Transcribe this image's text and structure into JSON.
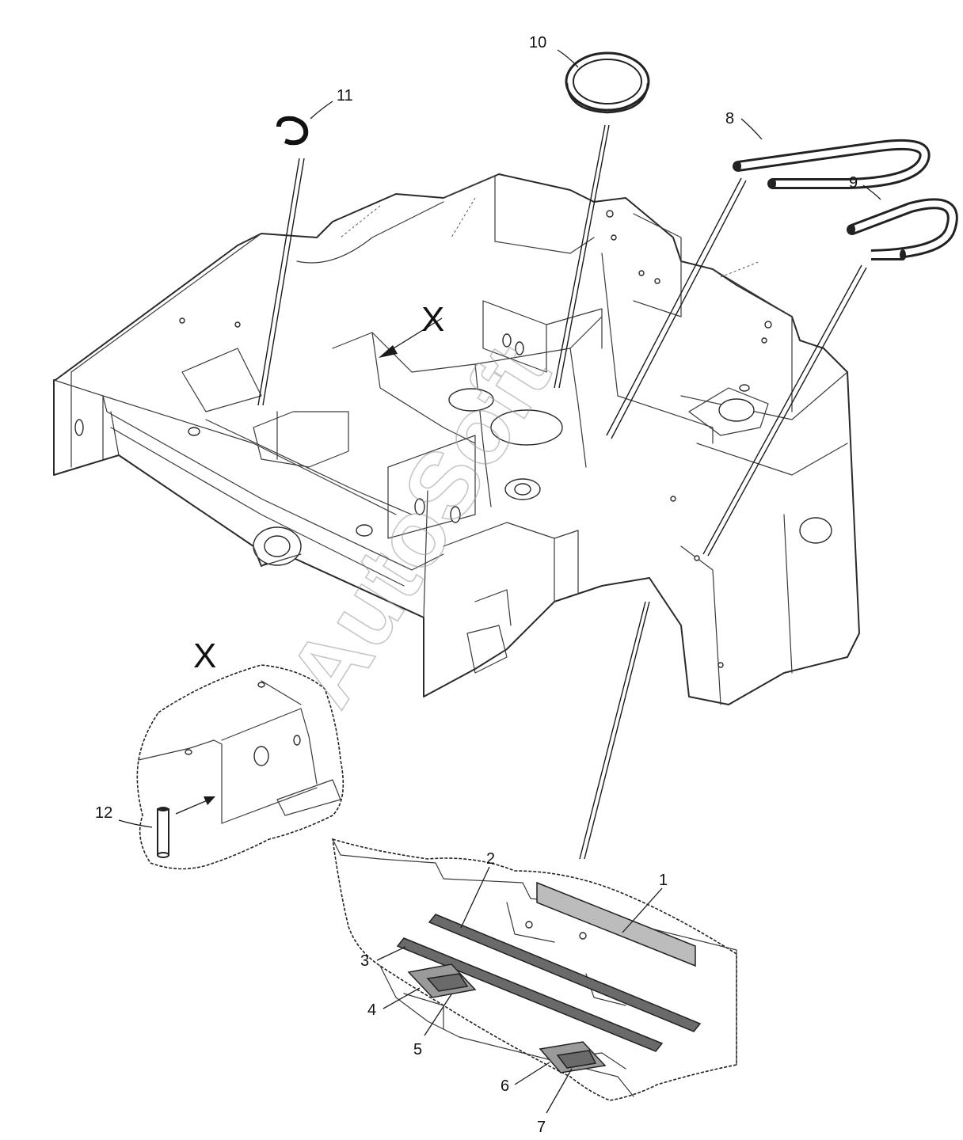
{
  "diagram": {
    "watermark": "AutoSoft",
    "view_marker": "X",
    "detail_marker": "X",
    "callouts": [
      {
        "id": "1",
        "label": "1"
      },
      {
        "id": "2",
        "label": "2"
      },
      {
        "id": "3",
        "label": "3"
      },
      {
        "id": "4",
        "label": "4"
      },
      {
        "id": "5",
        "label": "5"
      },
      {
        "id": "6",
        "label": "6"
      },
      {
        "id": "7",
        "label": "7"
      },
      {
        "id": "8",
        "label": "8"
      },
      {
        "id": "9",
        "label": "9"
      },
      {
        "id": "10",
        "label": "10"
      },
      {
        "id": "11",
        "label": "11"
      },
      {
        "id": "12",
        "label": "12"
      }
    ]
  }
}
